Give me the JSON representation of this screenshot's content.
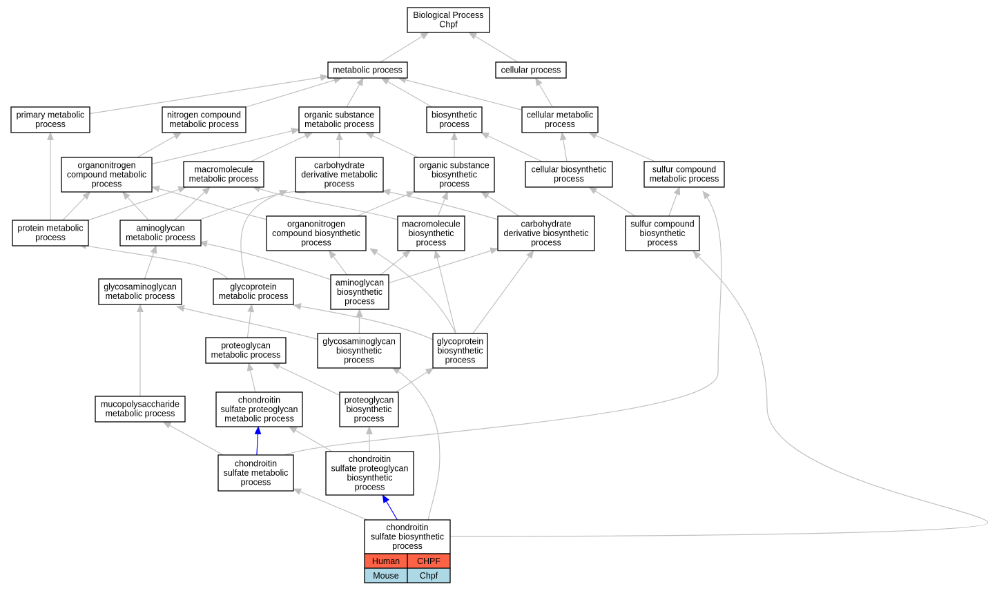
{
  "colors": {
    "edge": "#c0c0c0",
    "edge_highlight": "#0000ff",
    "human": "#ff6347",
    "mouse": "#add8e6"
  },
  "nodes": [
    {
      "id": "bp",
      "lines": [
        "Biological Process",
        "Chpf"
      ]
    },
    {
      "id": "metabolic",
      "lines": [
        "metabolic process"
      ]
    },
    {
      "id": "cellular",
      "lines": [
        "cellular process"
      ]
    },
    {
      "id": "primary",
      "lines": [
        "primary metabolic",
        "process"
      ]
    },
    {
      "id": "nitrogen",
      "lines": [
        "nitrogen compound",
        "metabolic process"
      ]
    },
    {
      "id": "orgsub",
      "lines": [
        "organic substance",
        "metabolic process"
      ]
    },
    {
      "id": "biosyn",
      "lines": [
        "biosynthetic",
        "process"
      ]
    },
    {
      "id": "cellmet",
      "lines": [
        "cellular metabolic",
        "process"
      ]
    },
    {
      "id": "orgnitro",
      "lines": [
        "organonitrogen",
        "compound metabolic",
        "process"
      ]
    },
    {
      "id": "macromol",
      "lines": [
        "macromolecule",
        "metabolic process"
      ]
    },
    {
      "id": "carbder",
      "lines": [
        "carbohydrate",
        "derivative metabolic",
        "process"
      ]
    },
    {
      "id": "orgsubbio",
      "lines": [
        "organic substance",
        "biosynthetic",
        "process"
      ]
    },
    {
      "id": "cellbio",
      "lines": [
        "cellular biosynthetic",
        "process"
      ]
    },
    {
      "id": "sulfurmet",
      "lines": [
        "sulfur compound",
        "metabolic process"
      ]
    },
    {
      "id": "protein",
      "lines": [
        "protein metabolic",
        "process"
      ]
    },
    {
      "id": "aminomet",
      "lines": [
        "aminoglycan",
        "metabolic process"
      ]
    },
    {
      "id": "orgnitrobio",
      "lines": [
        "organonitrogen",
        "compound biosynthetic",
        "process"
      ]
    },
    {
      "id": "macrobio",
      "lines": [
        "macromolecule",
        "biosynthetic",
        "process"
      ]
    },
    {
      "id": "carbderbio",
      "lines": [
        "carbohydrate",
        "derivative biosynthetic",
        "process"
      ]
    },
    {
      "id": "sulfurbio",
      "lines": [
        "sulfur compound",
        "biosynthetic",
        "process"
      ]
    },
    {
      "id": "gagmet",
      "lines": [
        "glycosaminoglycan",
        "metabolic process"
      ]
    },
    {
      "id": "glycomet",
      "lines": [
        "glycoprotein",
        "metabolic process"
      ]
    },
    {
      "id": "aminobio",
      "lines": [
        "aminoglycan",
        "biosynthetic",
        "process"
      ]
    },
    {
      "id": "gagbio",
      "lines": [
        "glycosaminoglycan",
        "biosynthetic",
        "process"
      ]
    },
    {
      "id": "glycobio",
      "lines": [
        "glycoprotein",
        "biosynthetic",
        "process"
      ]
    },
    {
      "id": "pgmet",
      "lines": [
        "proteoglycan",
        "metabolic process"
      ]
    },
    {
      "id": "mucopoly",
      "lines": [
        "mucopolysaccharide",
        "metabolic process"
      ]
    },
    {
      "id": "cspgmet",
      "lines": [
        "chondroitin",
        "sulfate proteoglycan",
        "metabolic process"
      ]
    },
    {
      "id": "pgbio",
      "lines": [
        "proteoglycan",
        "biosynthetic",
        "process"
      ]
    },
    {
      "id": "csmet",
      "lines": [
        "chondroitin",
        "sulfate metabolic",
        "process"
      ]
    },
    {
      "id": "cspgbio",
      "lines": [
        "chondroitin",
        "sulfate proteoglycan",
        "biosynthetic",
        "process"
      ]
    },
    {
      "id": "csbio",
      "lines": [
        "chondroitin",
        "sulfate biosynthetic",
        "process"
      ]
    }
  ],
  "gene_table": [
    {
      "species": "Human",
      "gene": "CHPF",
      "color": "#ff6347"
    },
    {
      "species": "Mouse",
      "gene": "Chpf",
      "color": "#add8e6"
    }
  ],
  "edges": [
    {
      "from": "metabolic",
      "to": "bp"
    },
    {
      "from": "cellular",
      "to": "bp"
    },
    {
      "from": "primary",
      "to": "metabolic"
    },
    {
      "from": "nitrogen",
      "to": "metabolic"
    },
    {
      "from": "orgsub",
      "to": "metabolic"
    },
    {
      "from": "biosyn",
      "to": "metabolic"
    },
    {
      "from": "cellmet",
      "to": "metabolic"
    },
    {
      "from": "cellmet",
      "to": "cellular"
    },
    {
      "from": "orgnitro",
      "to": "nitrogen"
    },
    {
      "from": "orgnitro",
      "to": "orgsub"
    },
    {
      "from": "macromol",
      "to": "orgsub"
    },
    {
      "from": "carbder",
      "to": "orgsub"
    },
    {
      "from": "orgsubbio",
      "to": "orgsub"
    },
    {
      "from": "orgsubbio",
      "to": "biosyn"
    },
    {
      "from": "cellbio",
      "to": "biosyn"
    },
    {
      "from": "cellbio",
      "to": "cellmet"
    },
    {
      "from": "sulfurmet",
      "to": "cellmet"
    },
    {
      "from": "protein",
      "to": "primary"
    },
    {
      "from": "protein",
      "to": "orgnitro"
    },
    {
      "from": "protein",
      "to": "macromol"
    },
    {
      "from": "aminomet",
      "to": "orgnitro"
    },
    {
      "from": "aminomet",
      "to": "macromol"
    },
    {
      "from": "aminomet",
      "to": "carbder"
    },
    {
      "from": "orgnitrobio",
      "to": "orgnitro"
    },
    {
      "from": "orgnitrobio",
      "to": "orgsubbio"
    },
    {
      "from": "macrobio",
      "to": "macromol"
    },
    {
      "from": "macrobio",
      "to": "orgsubbio"
    },
    {
      "from": "carbderbio",
      "to": "carbder"
    },
    {
      "from": "carbderbio",
      "to": "orgsubbio"
    },
    {
      "from": "sulfurbio",
      "to": "cellbio"
    },
    {
      "from": "sulfurbio",
      "to": "sulfurmet"
    },
    {
      "from": "gagmet",
      "to": "aminomet"
    },
    {
      "from": "glycomet",
      "to": "protein"
    },
    {
      "from": "glycomet",
      "to": "carbder"
    },
    {
      "from": "aminobio",
      "to": "aminomet"
    },
    {
      "from": "aminobio",
      "to": "orgnitrobio"
    },
    {
      "from": "aminobio",
      "to": "macrobio"
    },
    {
      "from": "aminobio",
      "to": "carbderbio"
    },
    {
      "from": "gagbio",
      "to": "gagmet"
    },
    {
      "from": "gagbio",
      "to": "aminobio"
    },
    {
      "from": "glycobio",
      "to": "glycomet"
    },
    {
      "from": "glycobio",
      "to": "orgnitrobio"
    },
    {
      "from": "glycobio",
      "to": "macrobio"
    },
    {
      "from": "glycobio",
      "to": "carbderbio"
    },
    {
      "from": "pgmet",
      "to": "glycomet"
    },
    {
      "from": "mucopoly",
      "to": "gagmet"
    },
    {
      "from": "cspgmet",
      "to": "pgmet"
    },
    {
      "from": "pgbio",
      "to": "pgmet"
    },
    {
      "from": "pgbio",
      "to": "glycobio"
    },
    {
      "from": "csmet",
      "to": "mucopoly"
    },
    {
      "from": "csmet",
      "to": "cspgmet",
      "highlight": true
    },
    {
      "from": "csmet",
      "to": "sulfurmet"
    },
    {
      "from": "cspgbio",
      "to": "cspgmet"
    },
    {
      "from": "cspgbio",
      "to": "pgbio"
    },
    {
      "from": "csbio",
      "to": "csmet"
    },
    {
      "from": "csbio",
      "to": "cspgbio",
      "highlight": true
    },
    {
      "from": "csbio",
      "to": "gagbio"
    },
    {
      "from": "csbio",
      "to": "sulfurbio"
    }
  ]
}
